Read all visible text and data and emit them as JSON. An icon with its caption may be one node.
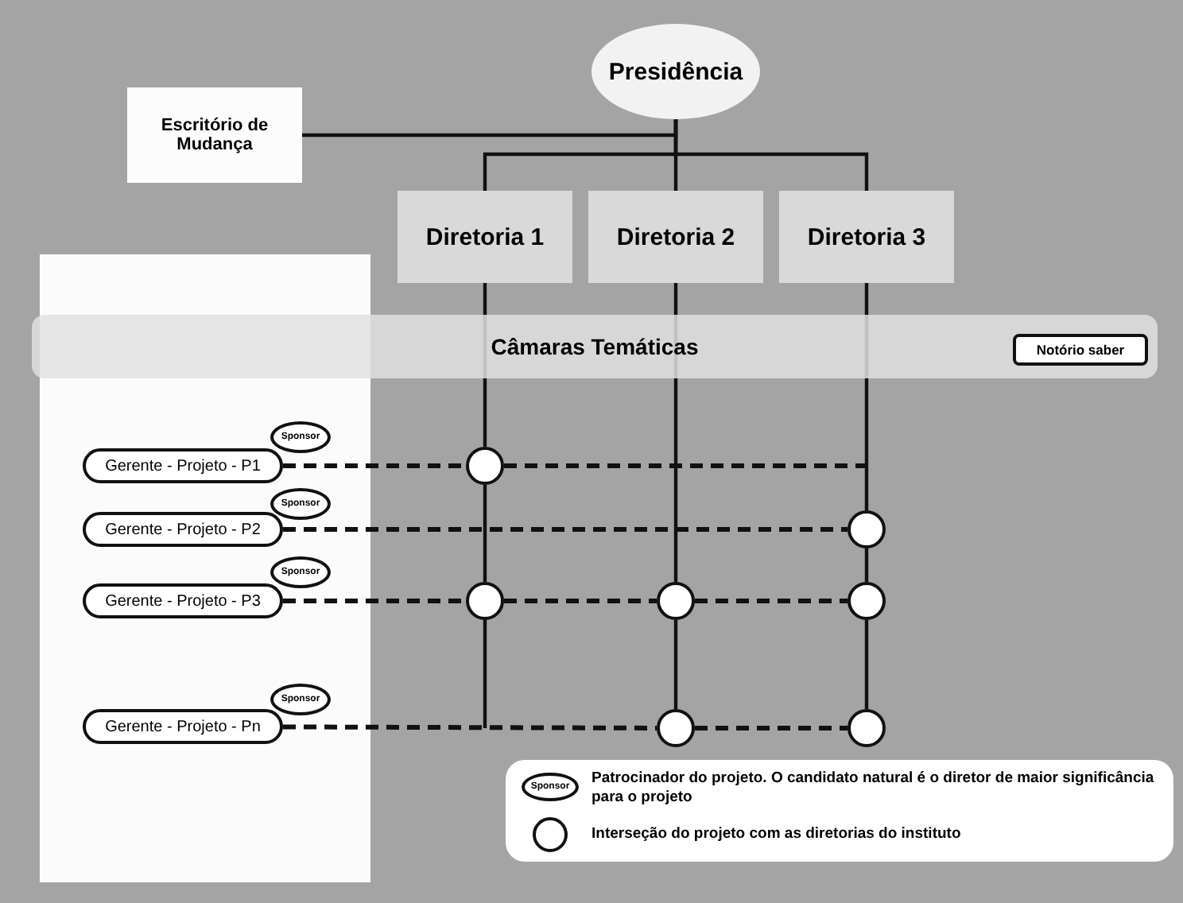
{
  "diagram": {
    "nodes": [
      {
        "text": [
          "Presidência"
        ]
      },
      {
        "text": [
          "Escritório de Mudança"
        ]
      },
      {
        "text": [
          "Diretoria 1"
        ]
      },
      {
        "text": [
          "Diretoria 2"
        ]
      },
      {
        "text": [
          "Diretoria 3"
        ]
      },
      {
        "text": [
          "Câmaras Temáticas"
        ]
      },
      {
        "text": [
          "Notório saber"
        ],
        "in": 5
      },
      {
        "text": [
          "Gerente - Projeto - P1"
        ]
      },
      {
        "text": [
          "Sponsor"
        ]
      },
      {
        "text": [
          "Gerente - Projeto - P2"
        ]
      },
      {
        "text": [
          "Sponsor"
        ]
      },
      {
        "text": [
          "Gerente - Projeto - P3"
        ]
      },
      {
        "text": [
          "Sponsor"
        ]
      },
      {
        "text": [
          "Gerente - Projeto - Pn"
        ]
      },
      {
        "text": [
          "Sponsor"
        ]
      },
      {
        "text": [],
        "shape": "circle"
      },
      {
        "text": [],
        "shape": "circle"
      },
      {
        "text": [],
        "shape": "circle"
      },
      {
        "text": [],
        "shape": "circle"
      },
      {
        "text": [],
        "shape": "circle"
      },
      {
        "text": [],
        "shape": "circle"
      },
      {
        "text": [],
        "shape": "circle"
      }
    ],
    "edges": [
      {
        "from": 0,
        "to": 1,
        "arrow": "none"
      },
      {
        "from": 0,
        "to": 2,
        "arrow": "none"
      },
      {
        "from": 0,
        "to": 3,
        "arrow": "none"
      },
      {
        "from": 0,
        "to": 4,
        "arrow": "none"
      },
      {
        "from": 2,
        "to": 15,
        "arrow": "none"
      },
      {
        "from": 15,
        "to": 17,
        "arrow": "none"
      },
      {
        "from": 17,
        "to": null,
        "arrow": "none"
      },
      {
        "from": 3,
        "to": 18,
        "arrow": "none"
      },
      {
        "from": 18,
        "to": 20,
        "arrow": "none"
      },
      {
        "from": 4,
        "to": 16,
        "arrow": "none"
      },
      {
        "from": 16,
        "to": 19,
        "arrow": "none"
      },
      {
        "from": 19,
        "to": 21,
        "arrow": "none"
      },
      {
        "from": 7,
        "to": 15,
        "arrow": "none",
        "style": "dashed"
      },
      {
        "from": 15,
        "to": null,
        "arrow": "none",
        "style": "dashed"
      },
      {
        "from": 9,
        "to": 16,
        "arrow": "none",
        "style": "dashed"
      },
      {
        "from": 11,
        "to": 17,
        "arrow": "none",
        "style": "dashed"
      },
      {
        "from": 17,
        "to": 18,
        "arrow": "none",
        "style": "dashed"
      },
      {
        "from": 18,
        "to": 19,
        "arrow": "none",
        "style": "dashed"
      },
      {
        "from": 13,
        "to": 20,
        "arrow": "none",
        "style": "dashed"
      },
      {
        "from": 20,
        "to": 21,
        "arrow": "none",
        "style": "dashed"
      }
    ],
    "labels": [
      "Sponsor"
    ],
    "legend": [
      {
        "text": "Patrocinador do projeto. O candidato natural é o diretor de maior significância para o projeto"
      },
      {
        "text": "Interseção do projeto com as diretorias do instituto"
      }
    ]
  }
}
